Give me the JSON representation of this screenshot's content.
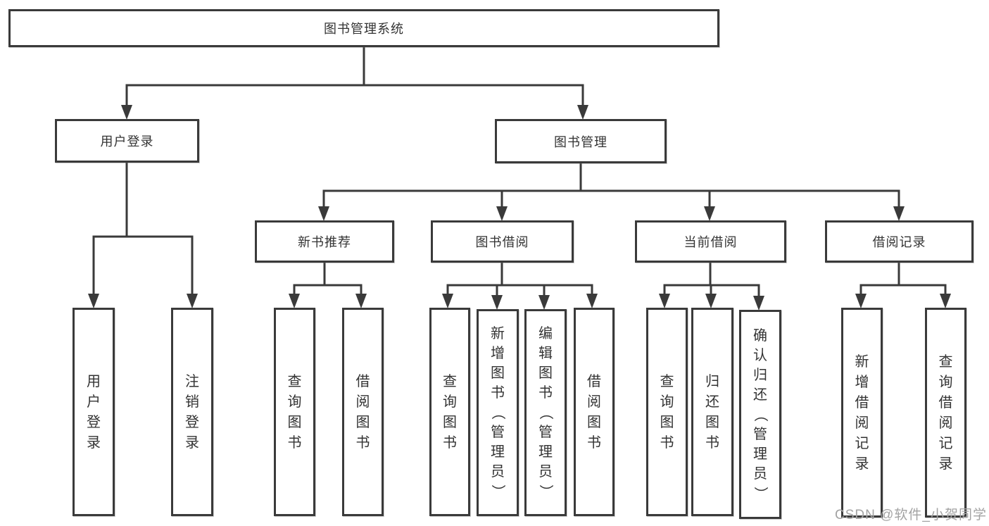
{
  "diagram": {
    "tree": {
      "id": "root",
      "label": "图书管理系统",
      "children": [
        {
          "id": "user-login",
          "label": "用户登录",
          "children": [
            {
              "id": "leaf-user-login",
              "label": "用户登录"
            },
            {
              "id": "leaf-logout",
              "label": "注销登录"
            }
          ]
        },
        {
          "id": "book-mgmt",
          "label": "图书管理",
          "children": [
            {
              "id": "new-book-rec",
              "label": "新书推荐",
              "children": [
                {
                  "id": "leaf-query-book-1",
                  "label": "查询图书"
                },
                {
                  "id": "leaf-borrow-book-1",
                  "label": "借阅图书"
                }
              ]
            },
            {
              "id": "book-borrow",
              "label": "图书借阅",
              "children": [
                {
                  "id": "leaf-query-book-2",
                  "label": "查询图书"
                },
                {
                  "id": "leaf-add-book",
                  "label": "新增图书（管理员）"
                },
                {
                  "id": "leaf-edit-book",
                  "label": "编辑图书（管理员）"
                },
                {
                  "id": "leaf-borrow-book-2",
                  "label": "借阅图书"
                }
              ]
            },
            {
              "id": "current-borrow",
              "label": "当前借阅",
              "children": [
                {
                  "id": "leaf-query-book-3",
                  "label": "查询图书"
                },
                {
                  "id": "leaf-return-book",
                  "label": "归还图书"
                },
                {
                  "id": "leaf-confirm-return",
                  "label": "确认归还（管理员）"
                }
              ]
            },
            {
              "id": "borrow-records",
              "label": "借阅记录",
              "children": [
                {
                  "id": "leaf-add-record",
                  "label": "新增借阅记录"
                },
                {
                  "id": "leaf-query-record",
                  "label": "查询借阅记录"
                }
              ]
            }
          ]
        }
      ]
    },
    "colors": {
      "line": "#3a3a3a",
      "box_border": "#3a3a3a",
      "box_fill": "#ffffff",
      "text": "#333333",
      "background": "#ffffff",
      "watermark": "#a3a3a3"
    }
  },
  "watermark": {
    "text": "CSDN @软件_小贺同学"
  }
}
